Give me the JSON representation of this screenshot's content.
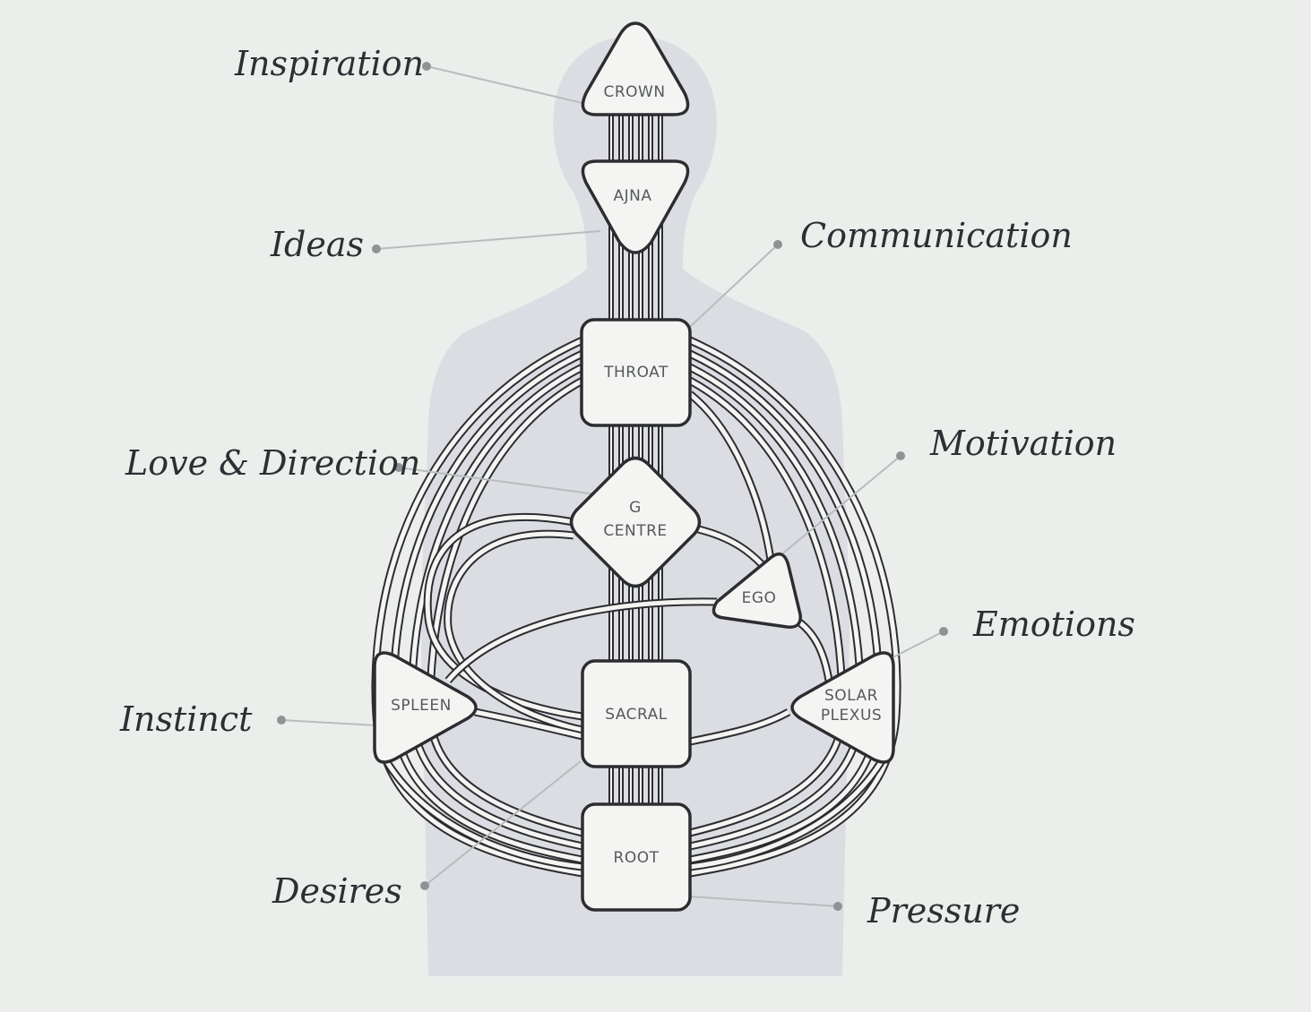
{
  "centers": [
    {
      "id": "crown",
      "label": "CROWN"
    },
    {
      "id": "ajna",
      "label": "AJNA"
    },
    {
      "id": "throat",
      "label": "THROAT"
    },
    {
      "id": "g-centre",
      "label_line1": "G",
      "label_line2": "CENTRE"
    },
    {
      "id": "ego",
      "label": "EGO"
    },
    {
      "id": "spleen",
      "label": "SPLEEN"
    },
    {
      "id": "sacral",
      "label": "SACRAL"
    },
    {
      "id": "solar-plexus",
      "label_line1": "SOLAR",
      "label_line2": "PLEXUS"
    },
    {
      "id": "root",
      "label": "ROOT"
    }
  ],
  "labels": {
    "inspiration": "Inspiration",
    "ideas": "Ideas",
    "communication": "Communication",
    "love_direction": "Love & Direction",
    "motivation": "Motivation",
    "emotions": "Emotions",
    "instinct": "Instinct",
    "desires": "Desires",
    "pressure": "Pressure"
  },
  "colors": {
    "background": "#eceeec",
    "silhouette": "#dcdde3",
    "outline": "#2b2d30",
    "fill": "#f4f5f3",
    "leader": "#b9bcbe"
  }
}
